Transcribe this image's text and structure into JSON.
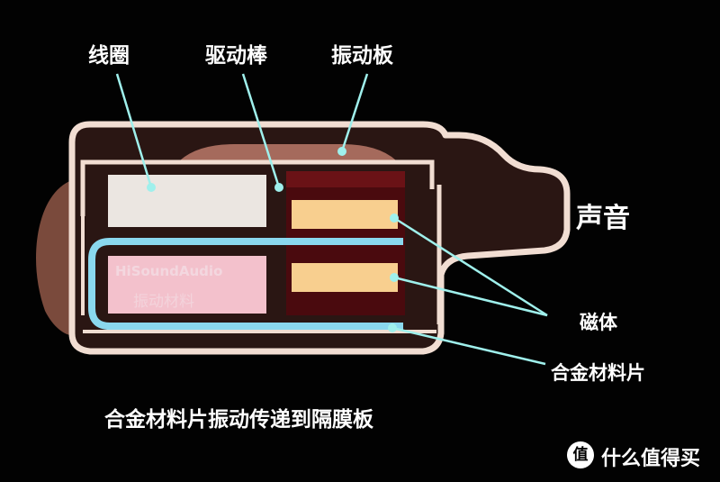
{
  "labels": {
    "coil": "线圈",
    "drive_rod": "驱动棒",
    "vibration_plate": "振动板",
    "sound": "声音",
    "magnet": "磁体",
    "alloy_sheet": "合金材料片",
    "caption": "合金材料片振动传递到隔膜板"
  },
  "watermark": {
    "line1": "HiSoundAudio",
    "line2": "振动材料"
  },
  "site": {
    "badge": "值",
    "name": "什么值得买"
  },
  "colors": {
    "background": "#020202",
    "shell": "#f1ddd2",
    "shell_fill": "#3a2420",
    "back_cap": "#7a4a3c",
    "coil_block": "#ebe6e1",
    "alloy_strip": "#8ad8ee",
    "magnet_block": "#f8cf8f",
    "magnet_housing": "#4a0a0e",
    "pointer": "#9ff0ec",
    "pink_block": "#f3c1cc",
    "text": "#ffffff"
  }
}
